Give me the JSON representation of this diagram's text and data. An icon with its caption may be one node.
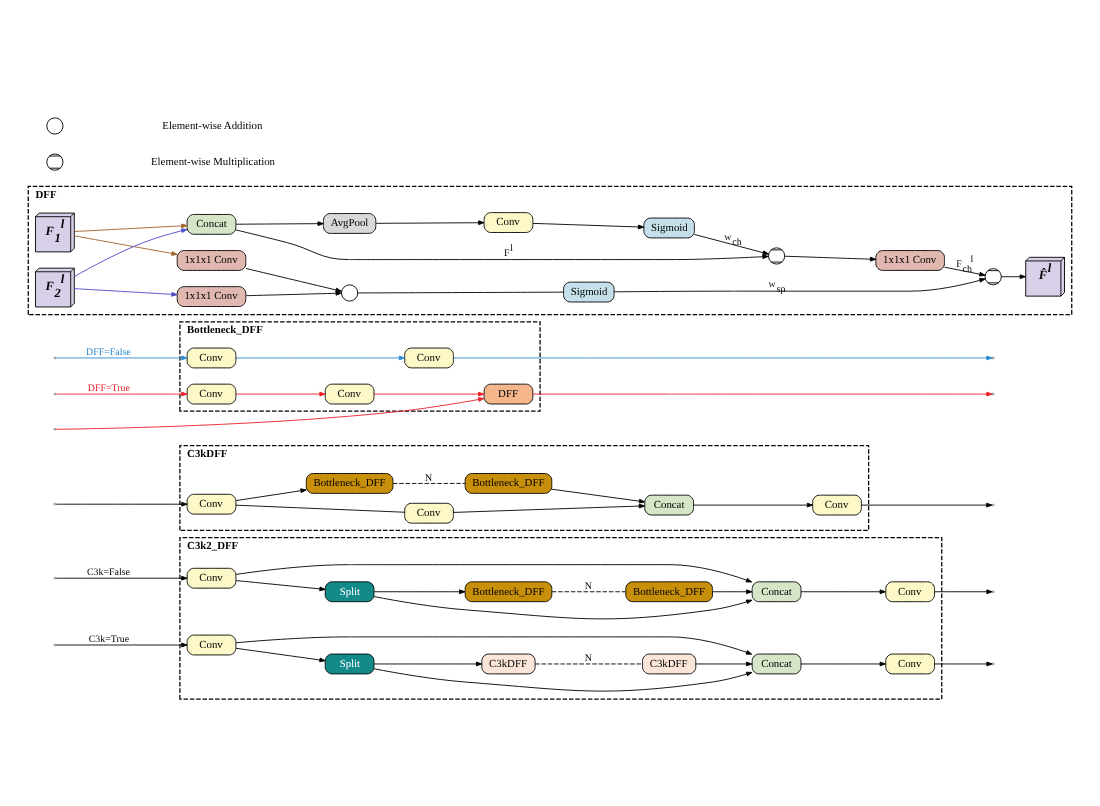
{
  "diagram": {
    "nodes": [
      {
        "text": [
          "C3k2_DFF"
        ]
      },
      {
        "text": [
          "Conv"
        ],
        "in": 0
      },
      {
        "text": [
          "Split"
        ],
        "in": 0
      },
      {
        "text": [
          "Bottleneck_DFF"
        ],
        "in": 0
      },
      {
        "text": [
          "Bottleneck_DFF"
        ],
        "in": 0
      },
      {
        "text": [
          "Concat"
        ],
        "in": 0
      },
      {
        "text": [
          "Conv"
        ],
        "in": 0
      },
      {
        "text": [
          "Conv"
        ],
        "in": 0
      },
      {
        "text": [
          "Split"
        ],
        "in": 0
      },
      {
        "text": [
          "C3kDFF"
        ],
        "in": 0
      },
      {
        "text": [
          "C3kDFF"
        ],
        "in": 0
      },
      {
        "text": [
          "Concat"
        ],
        "in": 0
      },
      {
        "text": [
          "Conv"
        ],
        "in": 0
      },
      {
        "text": [
          "C3kDFF"
        ]
      },
      {
        "text": [
          "Conv"
        ],
        "in": 13
      },
      {
        "text": [
          "Conv"
        ],
        "in": 13
      },
      {
        "text": [
          "Bottleneck_DFF"
        ],
        "in": 13
      },
      {
        "text": [
          "Bottleneck_DFF"
        ],
        "in": 13
      },
      {
        "text": [
          "Concat"
        ],
        "in": 13
      },
      {
        "text": [
          "Conv"
        ],
        "in": 13
      },
      {
        "text": [
          "Bottleneck_DFF"
        ]
      },
      {
        "text": [
          "Conv"
        ],
        "in": 20
      },
      {
        "text": [
          "Conv"
        ],
        "in": 20
      },
      {
        "text": [
          "DFF"
        ],
        "in": 20
      },
      {
        "text": [
          "Conv"
        ],
        "in": 20
      },
      {
        "text": [
          "Conv"
        ],
        "in": 20
      },
      {
        "text": [
          "DFF"
        ]
      },
      {
        "text": [
          "F$_{1}$$^{l}$"
        ],
        "in": 26
      },
      {
        "text": [
          "F$_{2}$$^{l}$"
        ],
        "in": 26
      },
      {
        "text": [
          "1x1x1 Conv"
        ],
        "in": 26
      },
      {
        "text": [
          "1x1x1 Conv"
        ],
        "in": 26
      },
      {
        "text": [],
        "shape": "adder",
        "in": 26
      },
      {
        "text": [
          "Sigmoid"
        ],
        "in": 26
      },
      {
        "text": [
          "Concat"
        ],
        "in": 26
      },
      {
        "text": [
          "AvgPool"
        ],
        "in": 26
      },
      {
        "text": [
          "Conv"
        ],
        "in": 26
      },
      {
        "text": [
          "Sigmoid"
        ],
        "in": 26
      },
      {
        "text": [],
        "shape": "multiplier",
        "in": 26
      },
      {
        "text": [
          "1x1x1 Conv"
        ],
        "in": 26
      },
      {
        "text": [],
        "shape": "multiplier",
        "in": 26
      },
      {
        "text": [
          "F̂$^{l}$"
        ],
        "in": 26
      }
    ],
    "edges": [
      {
        "from": null,
        "to": 1,
        "arrow": "to",
        "label": "C3k=False"
      },
      {
        "from": 1,
        "to": 2,
        "arrow": "to"
      },
      {
        "from": 1,
        "to": 5,
        "arrow": "to"
      },
      {
        "from": 2,
        "to": 3,
        "arrow": "to"
      },
      {
        "from": 2,
        "to": 5,
        "arrow": "to"
      },
      {
        "from": 3,
        "to": 4,
        "arrow": "none",
        "label": "N",
        "style": "dashed"
      },
      {
        "from": 4,
        "to": 5,
        "arrow": "to"
      },
      {
        "from": 5,
        "to": 6,
        "arrow": "to"
      },
      {
        "from": 6,
        "to": null,
        "arrow": "to"
      },
      {
        "from": null,
        "to": 7,
        "arrow": "to",
        "label": "C3k=True"
      },
      {
        "from": 7,
        "to": 8,
        "arrow": "to"
      },
      {
        "from": 7,
        "to": 11,
        "arrow": "to"
      },
      {
        "from": 8,
        "to": 9,
        "arrow": "to"
      },
      {
        "from": 8,
        "to": 11,
        "arrow": "to"
      },
      {
        "from": 9,
        "to": 10,
        "arrow": "none",
        "label": "N",
        "style": "dashed"
      },
      {
        "from": 10,
        "to": 11,
        "arrow": "to"
      },
      {
        "from": 11,
        "to": 12,
        "arrow": "to"
      },
      {
        "from": 12,
        "to": null,
        "arrow": "to"
      },
      {
        "from": null,
        "to": 14,
        "arrow": "to"
      },
      {
        "from": 14,
        "to": 15,
        "arrow": "none"
      },
      {
        "from": 15,
        "to": 18,
        "arrow": "to"
      },
      {
        "from": 14,
        "to": 16,
        "arrow": "to"
      },
      {
        "from": 16,
        "to": 17,
        "arrow": "none",
        "label": "N",
        "style": "dashed"
      },
      {
        "from": 17,
        "to": 18,
        "arrow": "to"
      },
      {
        "from": 18,
        "to": 19,
        "arrow": "to"
      },
      {
        "from": 19,
        "to": null,
        "arrow": "to"
      },
      {
        "from": null,
        "to": 21,
        "arrow": "to",
        "label": "DFF=True",
        "color": "#e8202a"
      },
      {
        "from": 21,
        "to": 22,
        "arrow": "to",
        "color": "#e8202a"
      },
      {
        "from": 22,
        "to": 23,
        "arrow": "to",
        "color": "#e8202a"
      },
      {
        "from": 23,
        "to": null,
        "arrow": "to",
        "color": "#e8202a"
      },
      {
        "from": null,
        "to": 23,
        "arrow": "to",
        "color": "#e8202a"
      },
      {
        "from": null,
        "to": 24,
        "arrow": "to",
        "label": "DFF=False",
        "color": "#2a8ad0"
      },
      {
        "from": 24,
        "to": 25,
        "arrow": "to",
        "color": "#2a8ad0"
      },
      {
        "from": 25,
        "to": null,
        "arrow": "to",
        "color": "#2a8ad0"
      },
      {
        "from": 27,
        "to": 29,
        "arrow": "to",
        "color": "#a0602a"
      },
      {
        "from": 28,
        "to": 30,
        "arrow": "to",
        "color": "#4a4ac8"
      },
      {
        "from": 27,
        "to": 33,
        "arrow": "to",
        "color": "#a0602a"
      },
      {
        "from": 28,
        "to": 33,
        "arrow": "to",
        "color": "#4a4ac8"
      },
      {
        "from": 29,
        "to": 31,
        "arrow": "to"
      },
      {
        "from": 30,
        "to": 31,
        "arrow": "to"
      },
      {
        "from": 31,
        "to": 32,
        "arrow": "none"
      },
      {
        "from": 33,
        "to": 34,
        "arrow": "to"
      },
      {
        "from": 34,
        "to": 35,
        "arrow": "to"
      },
      {
        "from": 35,
        "to": 36,
        "arrow": "to"
      },
      {
        "from": 33,
        "to": 37,
        "arrow": "to",
        "label": "F$^{l}$"
      },
      {
        "from": 36,
        "to": 37,
        "arrow": "to",
        "label": "w$_{ch}$"
      },
      {
        "from": 37,
        "to": 38,
        "arrow": "to"
      },
      {
        "from": 38,
        "to": 39,
        "arrow": "to",
        "label": "F$_{ch}$$^{l}$"
      },
      {
        "from": 32,
        "to": 39,
        "arrow": "to",
        "label": "w$_{sp}$"
      },
      {
        "from": 39,
        "to": 40,
        "arrow": "to"
      }
    ],
    "legend": [
      {
        "text": "Element-wise Addition"
      },
      {
        "text": "Element-wise Multiplication"
      }
    ]
  }
}
